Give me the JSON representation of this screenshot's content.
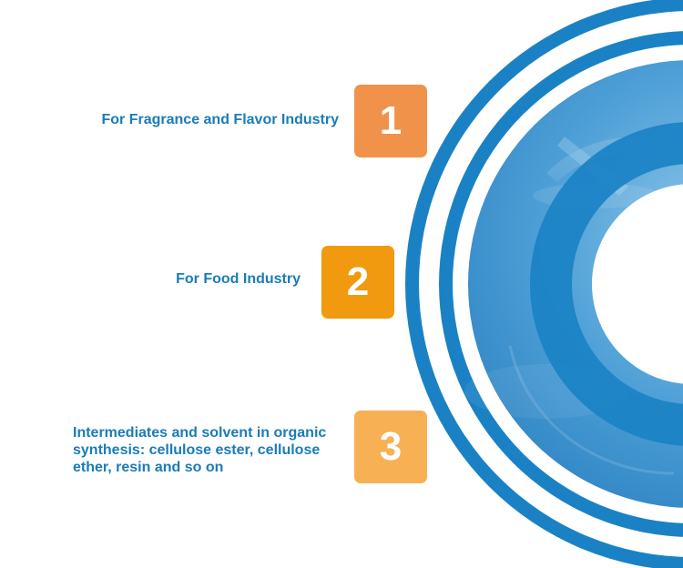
{
  "items": [
    {
      "number": "1",
      "label": "For Fragrance and Flavor Industry",
      "color": "#f0924a"
    },
    {
      "number": "2",
      "label": "For Food Industry",
      "color": "#f19a0f"
    },
    {
      "number": "3",
      "label": "Intermediates and solvent in organic synthesis: cellulose ester, cellulose ether, resin and so on",
      "color": "#f7b154"
    }
  ],
  "colors": {
    "ring": "#1a82c4",
    "label_text": "#1a7cb8",
    "photo_tint": "#4d9fd6"
  }
}
